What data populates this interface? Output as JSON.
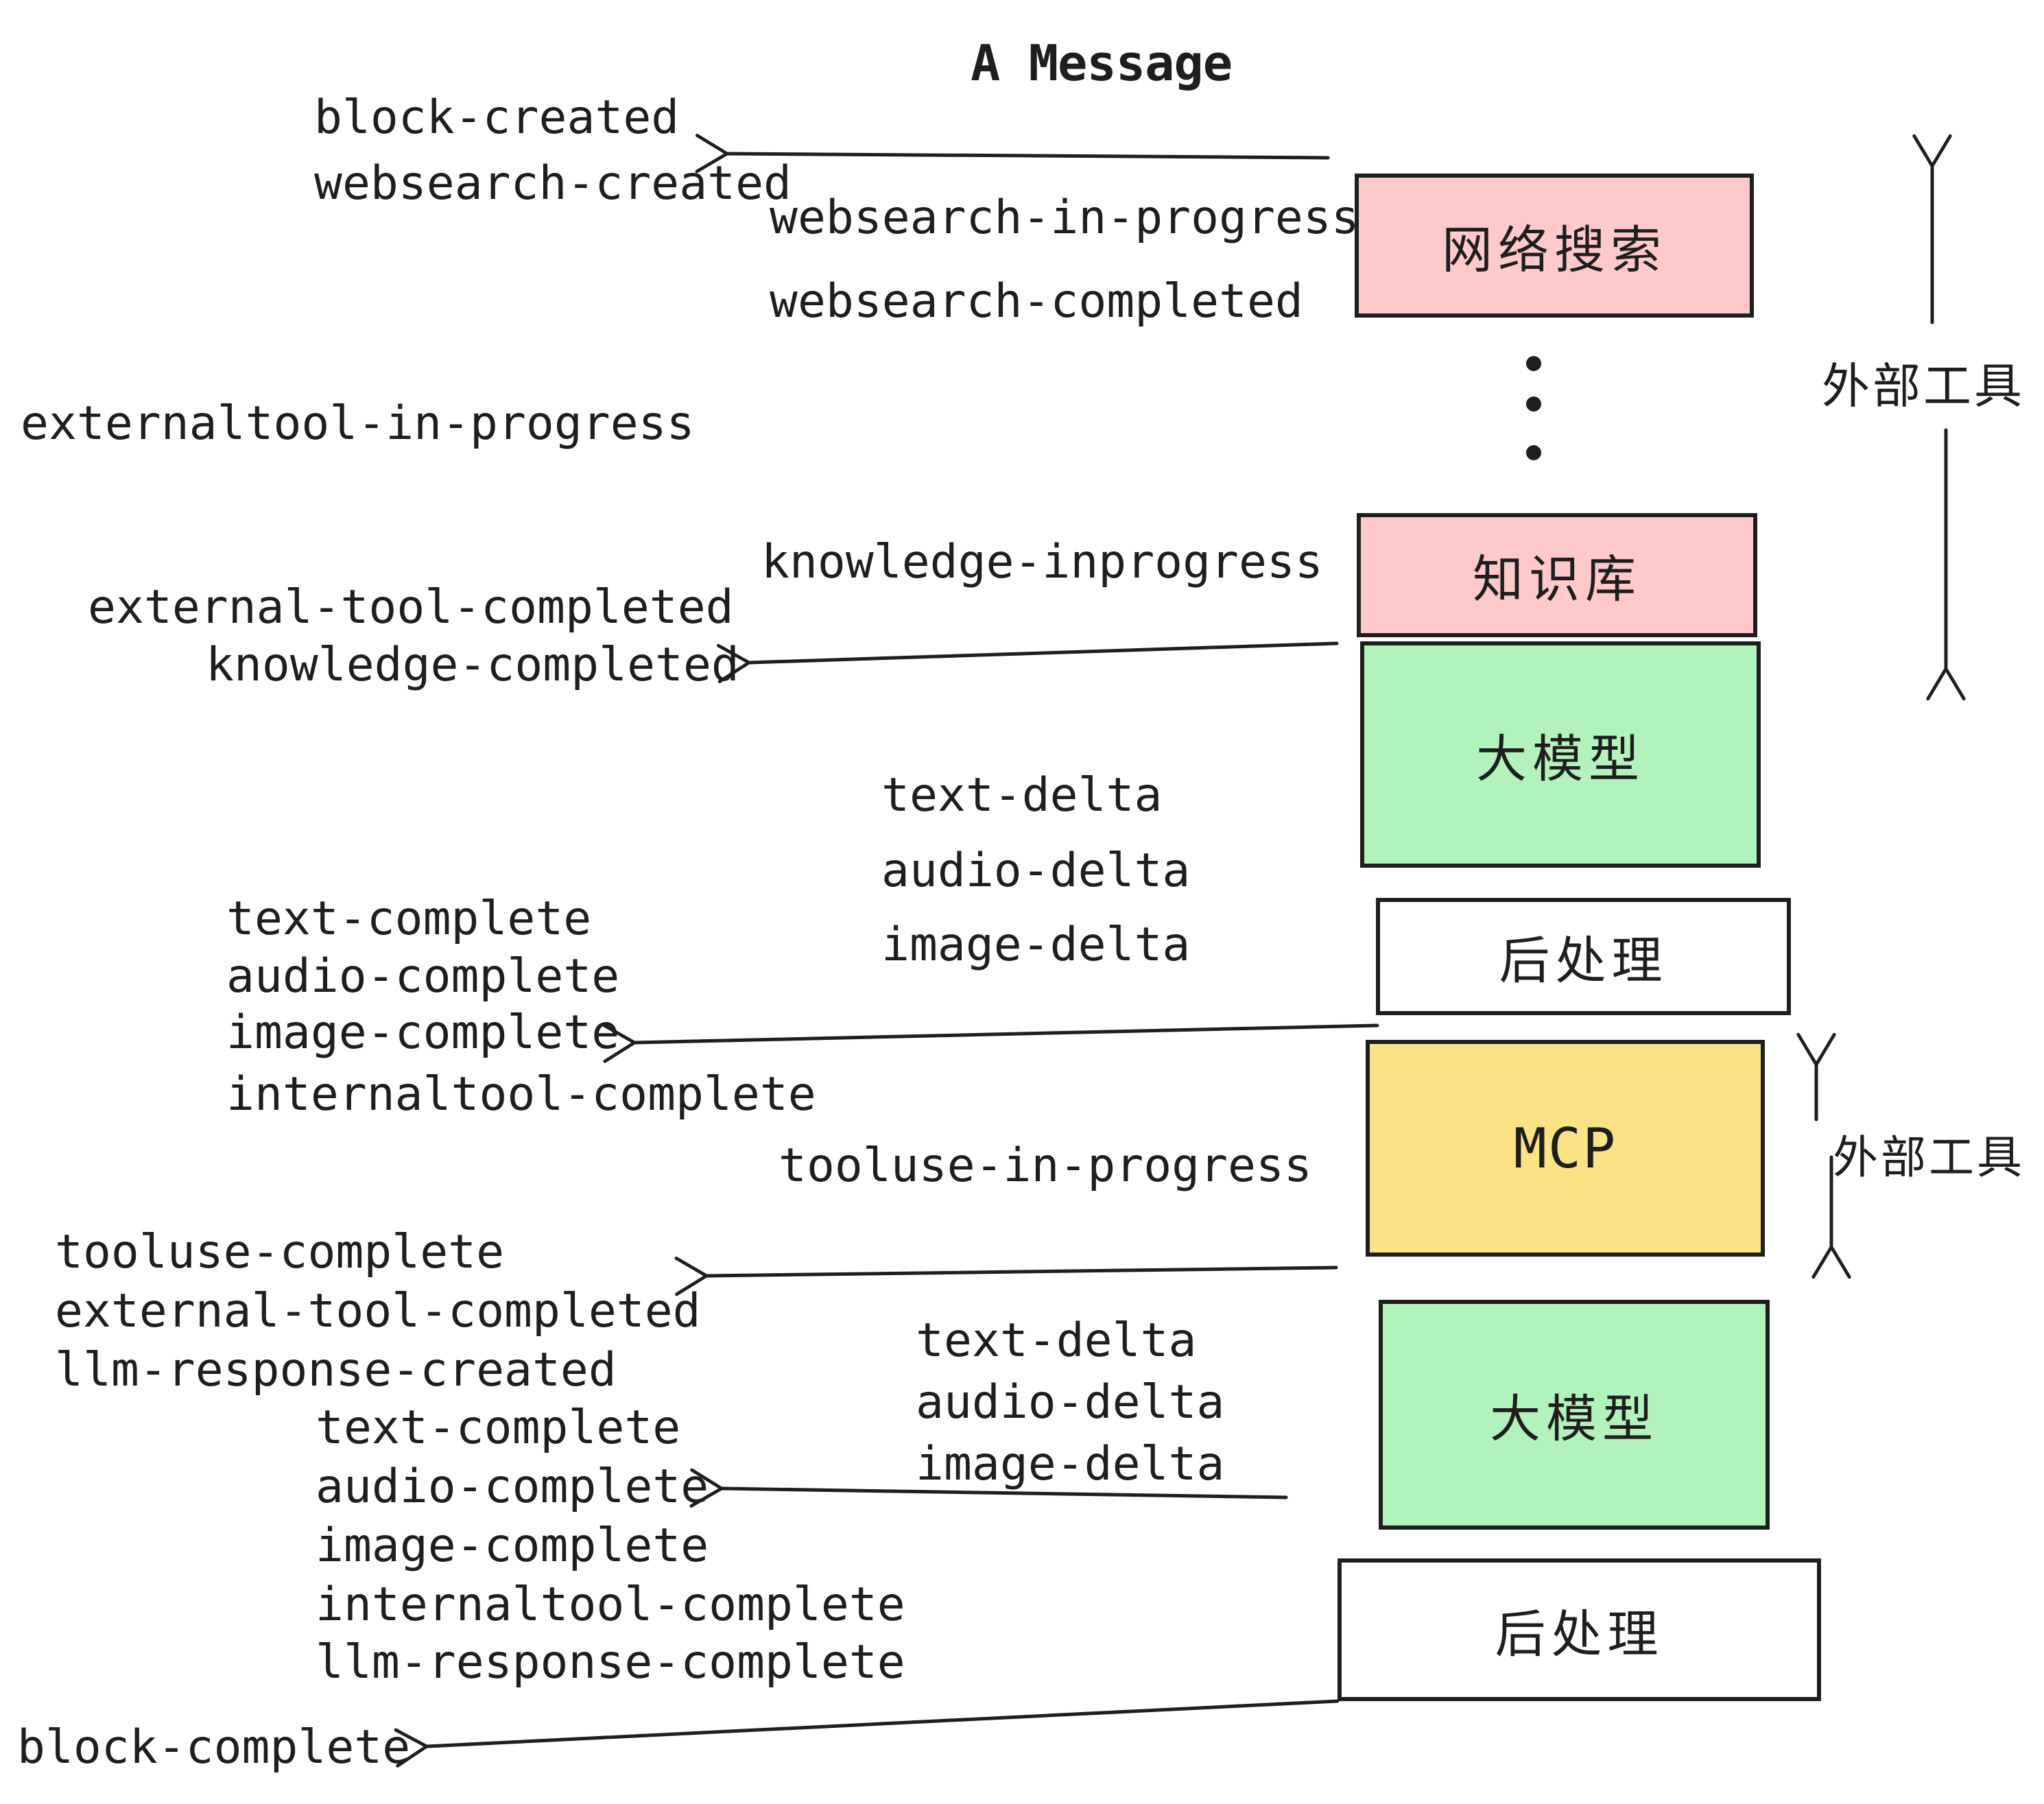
{
  "title": "A Message",
  "colors": {
    "ink": "#1e1e1e",
    "pink": "#ffc9c9",
    "green": "#b2f2bb",
    "yellow": "#fae285"
  },
  "boxes": {
    "websearch": "网络搜索",
    "knowledge": "知识库",
    "llm1": "大模型",
    "post1": "后处理",
    "mcp": "MCP",
    "llm2": "大模型",
    "post2": "后处理"
  },
  "side_labels": {
    "external_tools_top": "外部工具",
    "external_tools_mid": "外部工具"
  },
  "events": {
    "block_created": "block-created",
    "websearch_created": "websearch-created",
    "websearch_in_progress": "websearch-in-progress",
    "websearch_completed": "websearch-completed",
    "externaltool_in_progress": "externaltool-in-progress",
    "knowledge_inprogress": "knowledge-inprogress",
    "external_tool_completed_1": "external-tool-completed",
    "knowledge_completed": "knowledge-completed",
    "text_delta_1": "text-delta",
    "audio_delta_1": "audio-delta",
    "image_delta_1": "image-delta",
    "text_complete_1": "text-complete",
    "audio_complete_1": "audio-complete",
    "image_complete_1": "image-complete",
    "internaltool_complete_1": "internaltool-complete",
    "tooluse_in_progress": "tooluse-in-progress",
    "tooluse_complete": "tooluse-complete",
    "external_tool_completed_2": "external-tool-completed",
    "llm_response_created": "llm-response-created",
    "text_complete_2": "text-complete",
    "audio_complete_2": "audio-complete",
    "text_delta_2": "text-delta",
    "audio_delta_2": "audio-delta",
    "image_delta_2": "image-delta",
    "image_complete_2": "image-complete",
    "internaltool_complete_2": "internaltool-complete",
    "llm_response_complete": "llm-response-complete",
    "block_complete": "block-complete"
  }
}
